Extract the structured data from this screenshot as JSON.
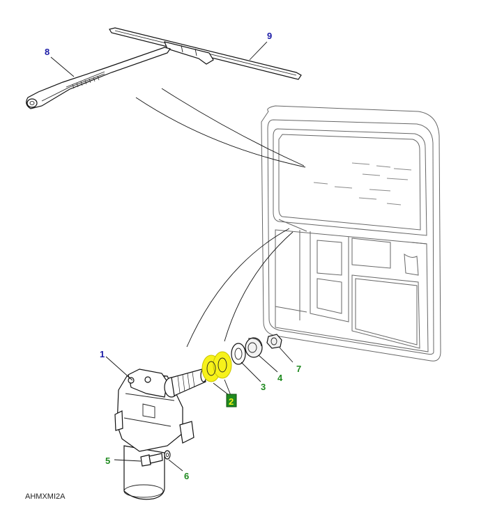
{
  "diagram": {
    "reference_code": "AHMXMI2A",
    "callouts": [
      {
        "id": "1",
        "label": "1",
        "color": "#1a1aa6"
      },
      {
        "id": "2",
        "label": "2",
        "color": "#1f8a1f",
        "highlighted": true,
        "highlight_color": "#f7f21a",
        "badge_color": "#1f8a1f"
      },
      {
        "id": "3",
        "label": "3",
        "color": "#1f8a1f"
      },
      {
        "id": "4",
        "label": "4",
        "color": "#1f8a1f"
      },
      {
        "id": "5",
        "label": "5",
        "color": "#1f8a1f"
      },
      {
        "id": "6",
        "label": "6",
        "color": "#1f8a1f"
      },
      {
        "id": "7",
        "label": "7",
        "color": "#1f8a1f"
      },
      {
        "id": "8",
        "label": "8",
        "color": "#1a1aa6"
      },
      {
        "id": "9",
        "label": "9",
        "color": "#1a1aa6"
      }
    ]
  }
}
